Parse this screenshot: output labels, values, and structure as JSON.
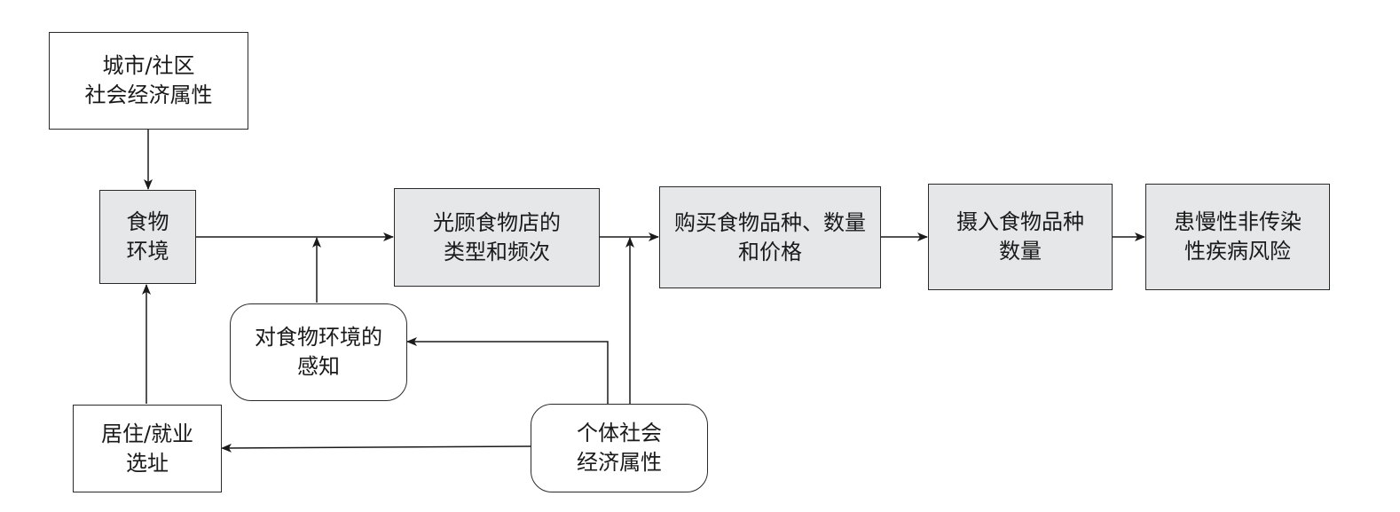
{
  "colors": {
    "stroke": "#2a2a2a",
    "shaded_fill": "#e6e7e8",
    "plain_fill": "#ffffff",
    "text": "#1a1a1a"
  },
  "nodes": {
    "city_attr": {
      "line1": "城市/社区",
      "line2": "社会经济属性"
    },
    "food_env": {
      "line1": "食物",
      "line2": "环境"
    },
    "store_visit": {
      "line1": "光顾食物店的",
      "line2": "类型和频次"
    },
    "purchase": {
      "line1": "购买食物品种、数量",
      "line2": "和价格"
    },
    "intake": {
      "line1": "摄入食物品种",
      "line2": "数量"
    },
    "ncd_risk": {
      "line1": "患慢性非传染",
      "line2": "性疾病风险"
    },
    "perception": {
      "line1": "对食物环境的",
      "line2": "感知"
    },
    "residence": {
      "line1": "居住/就业",
      "line2": "选址"
    },
    "individual": {
      "line1": "个体社会",
      "line2": "经济属性"
    }
  }
}
